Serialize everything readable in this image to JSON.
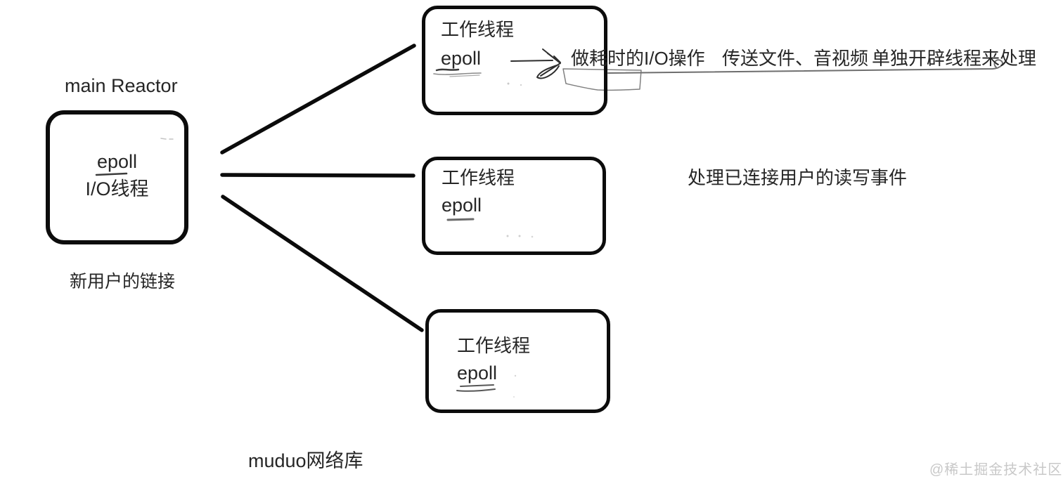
{
  "diagram": {
    "main": {
      "title": "main Reactor",
      "box_line1": "epoll",
      "box_line2": "I/O线程",
      "caption": "新用户的链接"
    },
    "workers": [
      {
        "title": "工作线程",
        "subtitle": "epoll"
      },
      {
        "title": "工作线程",
        "subtitle": "epoll"
      },
      {
        "title": "工作线程",
        "subtitle": "epoll"
      }
    ],
    "notes": {
      "io_segment_1": "做耗时的I/O操作",
      "io_segment_2": "传送文件、音视频",
      "io_segment_3": "单独开辟线程来处理",
      "rw_note": "处理已连接用户的读写事件",
      "library_caption": "muduo网络库"
    },
    "watermark": "@稀土掘金技术社区",
    "colors": {
      "background": "#ffffff",
      "box_stroke": "#0c0c0c",
      "connector_stroke": "#0b0b0b",
      "text": "#262626",
      "hand_stroke": "#555555",
      "underline_gray": "#6e6e6e",
      "watermark": "#c8c8c8"
    }
  }
}
